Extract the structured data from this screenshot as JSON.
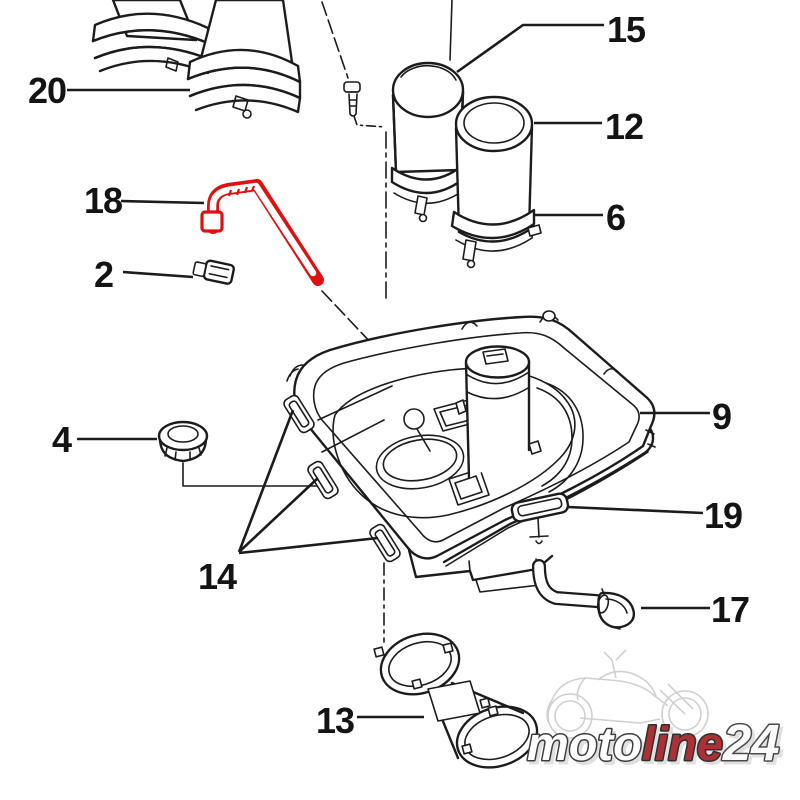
{
  "diagram": {
    "background_color": "#ffffff",
    "line_color": "#1c1c1c",
    "highlight_color": "#dd1111",
    "callouts": {
      "c20": {
        "label": "20"
      },
      "c18": {
        "label": "18"
      },
      "c2": {
        "label": "2"
      },
      "c4": {
        "label": "4"
      },
      "c14": {
        "label": "14"
      },
      "c13": {
        "label": "13"
      },
      "c15": {
        "label": "15"
      },
      "c12": {
        "label": "12"
      },
      "c6": {
        "label": "6"
      },
      "c9": {
        "label": "9"
      },
      "c19": {
        "label": "19"
      },
      "c17": {
        "label": "17"
      }
    }
  },
  "watermark": {
    "segments": [
      {
        "text": "moto",
        "fill": "#ffffff"
      },
      {
        "text": "line",
        "fill": "#ab3137"
      },
      {
        "text": "24",
        "fill": "#fbfbfb"
      }
    ],
    "outline_color": "#3d3d3d",
    "shadow_color": "#d9d9d9"
  }
}
